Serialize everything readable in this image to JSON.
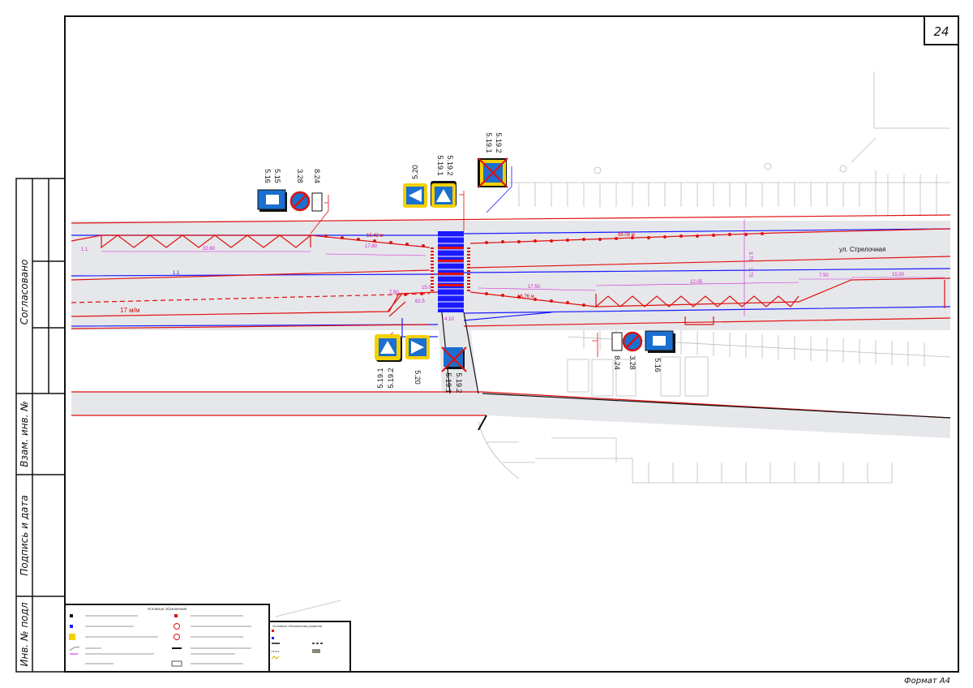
{
  "sheet": {
    "page_number": "24",
    "format_label": "Формат А4"
  },
  "stamp": {
    "agreed": "Согласовано",
    "replacement_inv": "Взам. инв. №",
    "signature_date": "Подпись и дата",
    "original_inv": "Инв. № подл"
  },
  "plan": {
    "street_name": "ул. Стрелочная",
    "speed_marking": "17 м/м",
    "dimensions": {
      "d1": "15.42 м",
      "d2": "32.60",
      "d3": "17.80",
      "d4": "1.1",
      "d5": "15.0",
      "d6": "62.5",
      "d7": "1.1",
      "d8": "88.08 м",
      "d9": "17.50",
      "d10": "12.05",
      "d11": "7.50",
      "d12": "15.00",
      "d13": "3.75",
      "d14": "3.75",
      "d15": "16.76 м",
      "d16": "4.10",
      "d17": "7.50"
    },
    "signs": {
      "top_bus": "5.16",
      "top_bus2": "5.15",
      "top_noparking": "3.28",
      "top_tow": "8.24",
      "top_lane": "5.20",
      "top_crossing_a": "5.19.1",
      "top_crossing_b": "5.19.2",
      "top_removed_a": "5.19.1",
      "top_removed_b": "5.19.2",
      "bot_crossing_a": "5.19.1",
      "bot_crossing_b": "5.19.2",
      "bot_lane": "5.20",
      "bot_removed_a": "5.19.1",
      "bot_removed_b": "5.19.2",
      "bot_tow": "8.24",
      "bot_noparking": "3.28",
      "bot_bus": "5.16"
    }
  },
  "legend": {
    "main_title": "Условные обозначения",
    "secondary_title": "Условные обозначения разметки"
  },
  "colors": {
    "existing": "#1a1aff",
    "designed": "#e01010",
    "dimension": "#d020d0",
    "road": "#e6e7ea",
    "sign_yellow": "#f5d000",
    "sign_blue": "#1a6fd0"
  }
}
